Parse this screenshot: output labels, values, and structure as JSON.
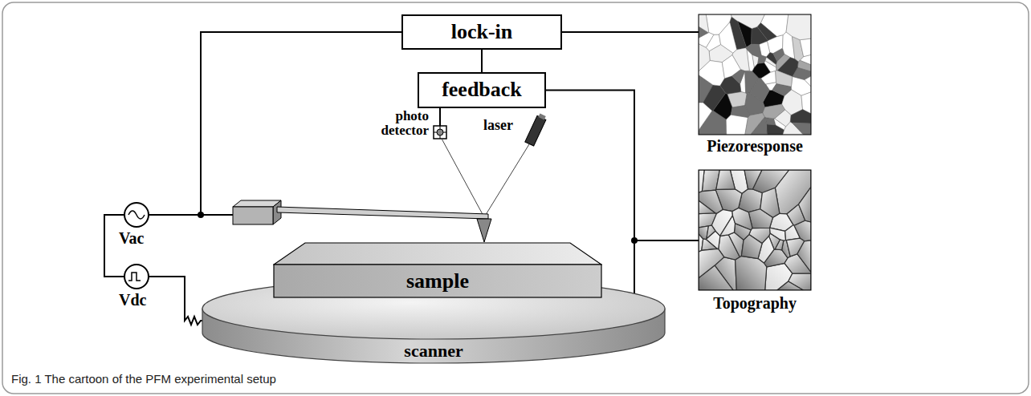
{
  "diagram": {
    "caption": "Fig. 1 The cartoon of the PFM experimental setup",
    "nodes": [
      {
        "text": [
          "lock-in"
        ]
      },
      {
        "text": [
          "feedback"
        ]
      },
      {
        "text": [
          "sample"
        ]
      },
      {
        "text": [
          "scanner"
        ]
      }
    ],
    "edges": [
      {
        "from": 0,
        "to": 1,
        "arrow": "none"
      },
      {
        "from": 1,
        "to": 3,
        "arrow": "none"
      }
    ],
    "labels": [
      "photo detector",
      "laser",
      "Vac",
      "Vdc",
      "Piezoresponse",
      "Topography"
    ]
  }
}
